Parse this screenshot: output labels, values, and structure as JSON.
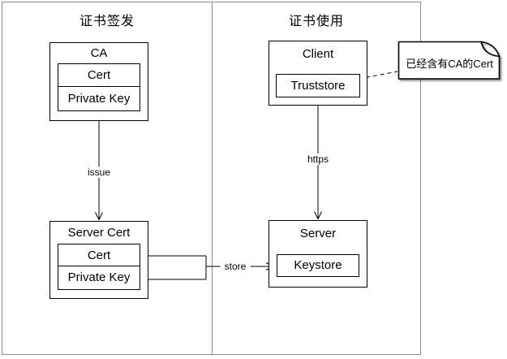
{
  "diagram": {
    "sections": {
      "signing": {
        "title": "证书签发"
      },
      "usage": {
        "title": "证书使用"
      }
    },
    "nodes": {
      "ca": {
        "title": "CA",
        "cert": "Cert",
        "private_key": "Private Key"
      },
      "server_cert": {
        "title": "Server Cert",
        "cert": "Cert",
        "private_key": "Private Key"
      },
      "client": {
        "title": "Client",
        "truststore": "Truststore"
      },
      "server": {
        "title": "Server",
        "keystore": "Keystore"
      }
    },
    "edges": {
      "issue": "issue",
      "https": "https",
      "store": "store"
    },
    "note": {
      "text": "已经含有CA的Cert"
    }
  },
  "colors": {
    "background": "#ffffff",
    "container_border": "#8c8c8c",
    "shape_border": "#000000",
    "line": "#000000",
    "text": "#000000"
  }
}
